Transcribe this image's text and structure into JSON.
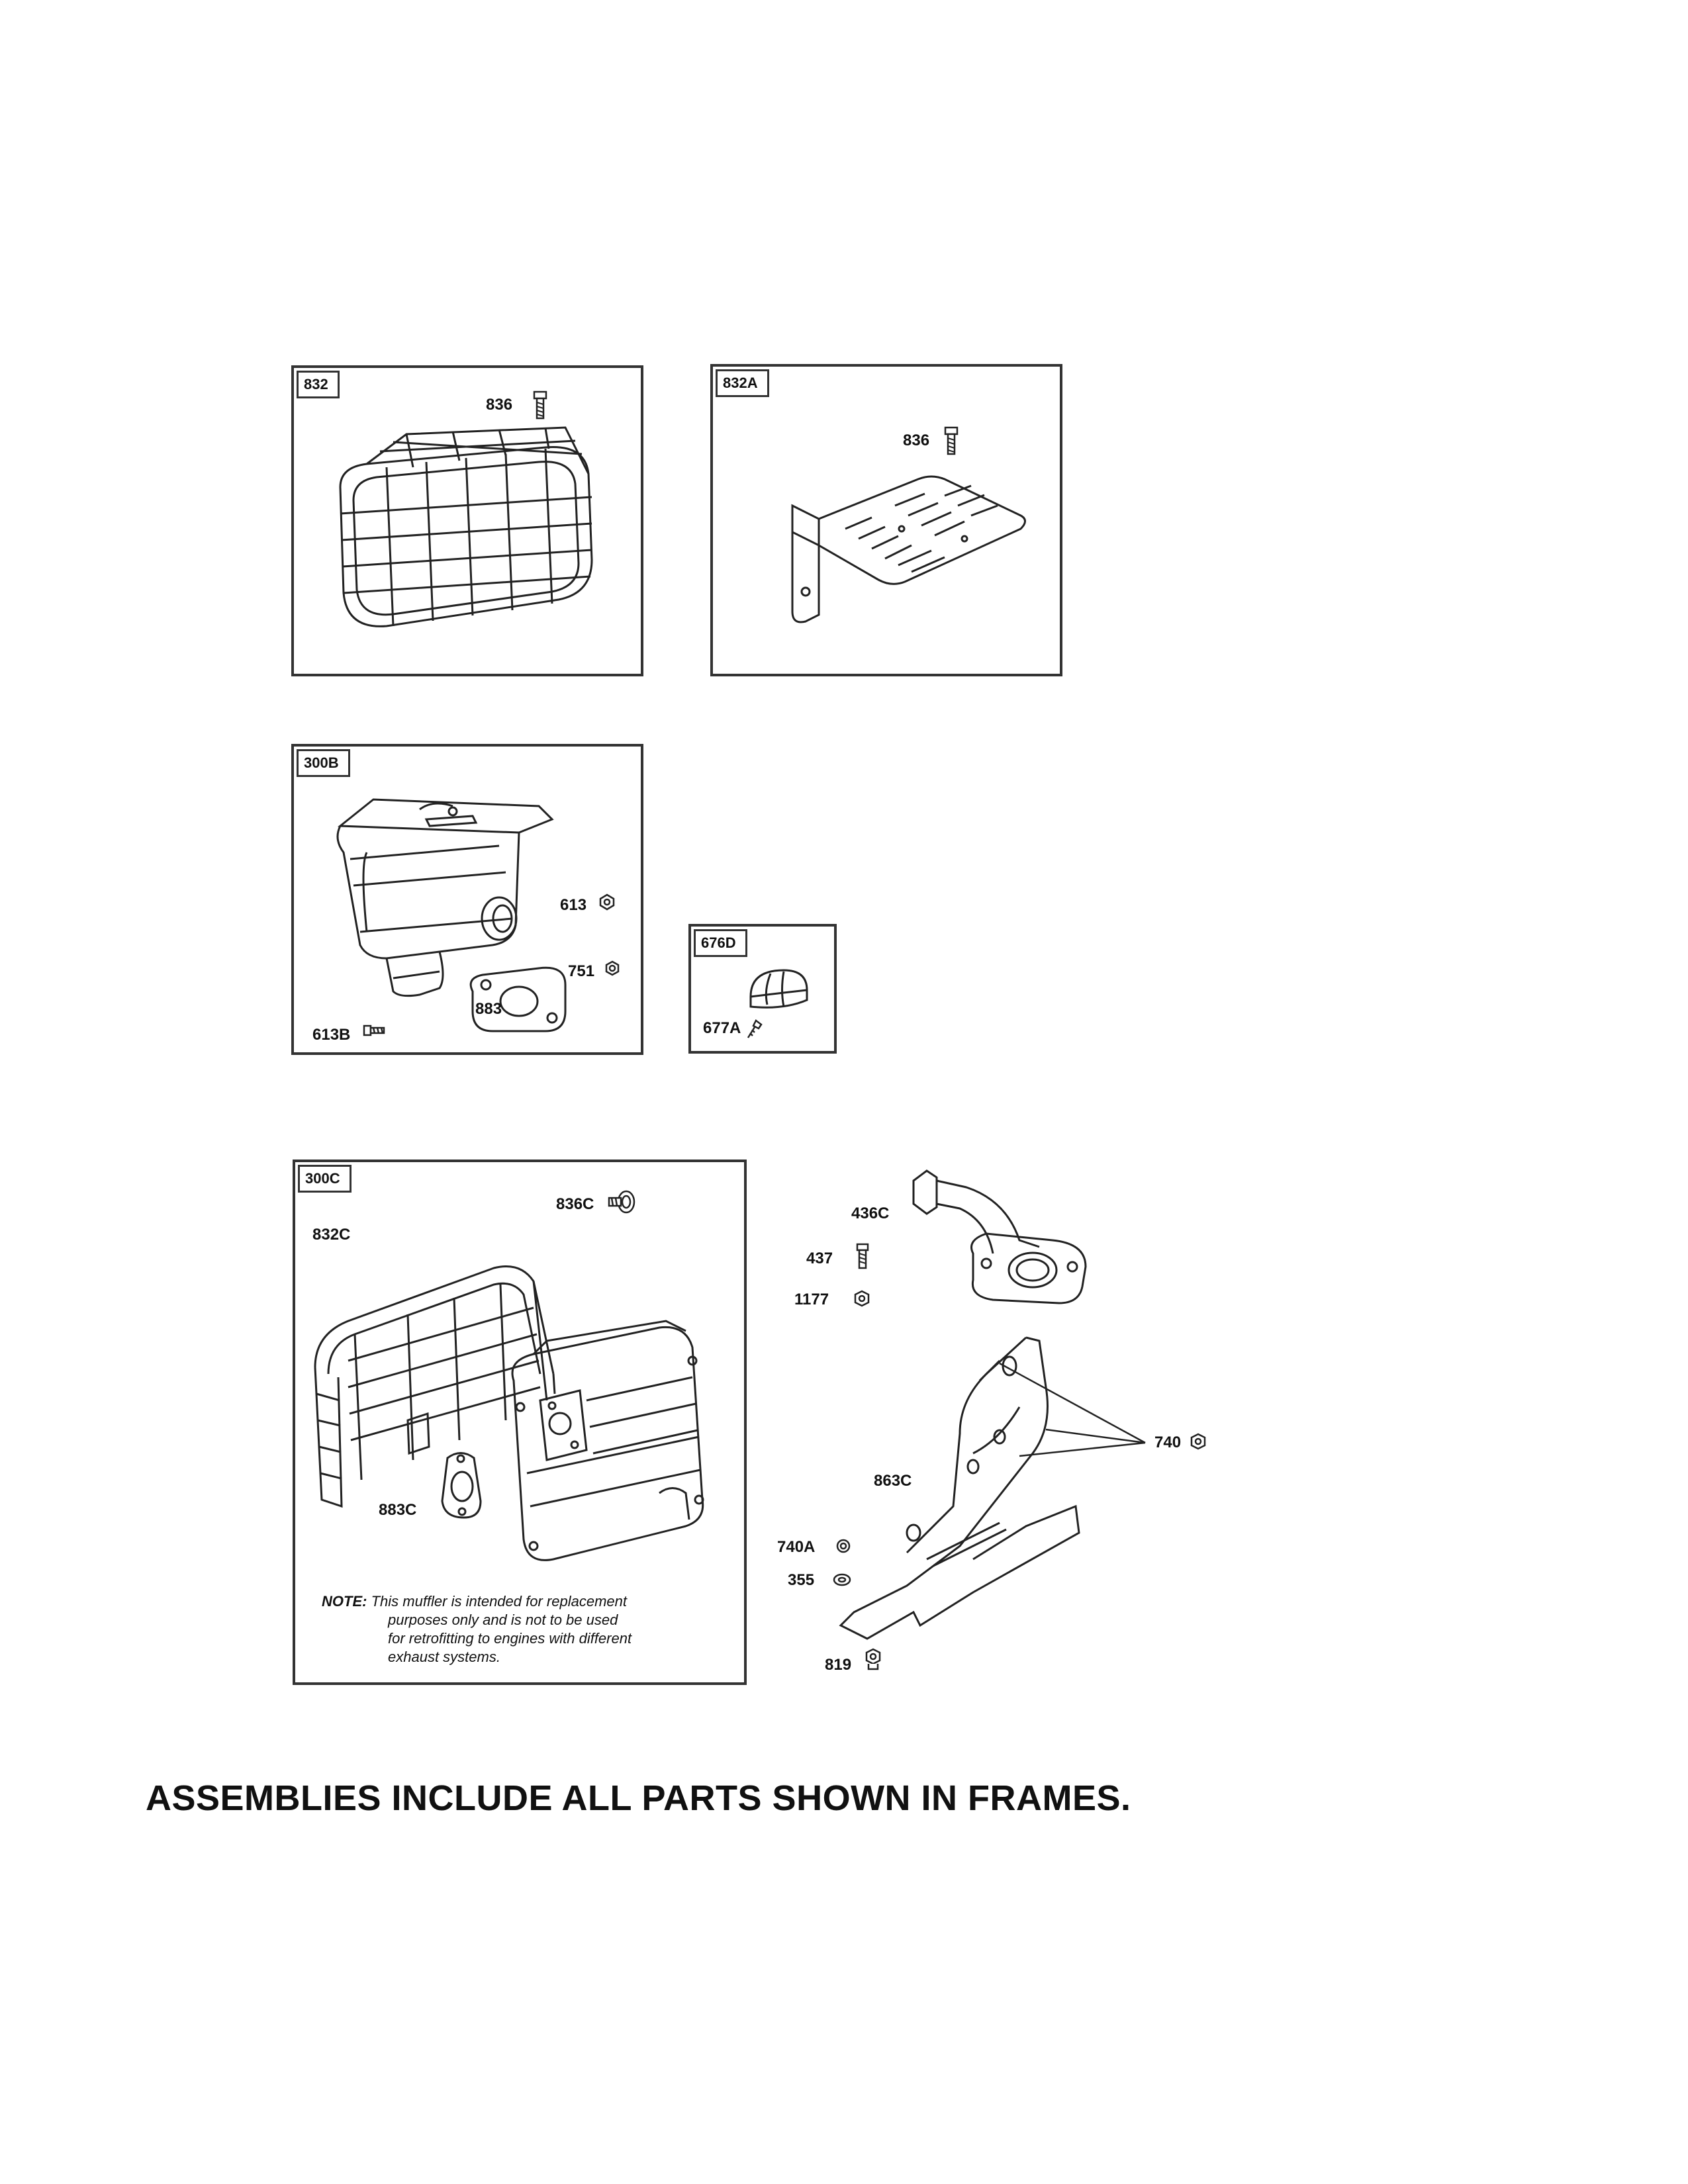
{
  "frames": {
    "f832": {
      "tag": "832",
      "labels": {
        "a": "836"
      }
    },
    "f832a": {
      "tag": "832A",
      "labels": {
        "a": "836"
      }
    },
    "f300b": {
      "tag": "300B",
      "labels": {
        "a": "613",
        "b": "751",
        "c": "883",
        "d": "613B"
      }
    },
    "f676d": {
      "tag": "676D",
      "labels": {
        "a": "677A"
      }
    },
    "f300c": {
      "tag": "300C",
      "labels": {
        "a": "836C",
        "b": "832C",
        "c": "883C"
      },
      "note": {
        "head": "NOTE:",
        "lines": [
          "This muffler is intended for replacement",
          "purposes only and is not to be used",
          "for retrofitting to engines with different",
          "exhaust systems."
        ]
      }
    }
  },
  "loose_labels": {
    "l436c": "436C",
    "l437": "437",
    "l1177": "1177",
    "l740": "740",
    "l863c": "863C",
    "l740a": "740A",
    "l355": "355",
    "l819": "819"
  },
  "footer": "ASSEMBLIES INCLUDE ALL PARTS SHOWN IN FRAMES."
}
